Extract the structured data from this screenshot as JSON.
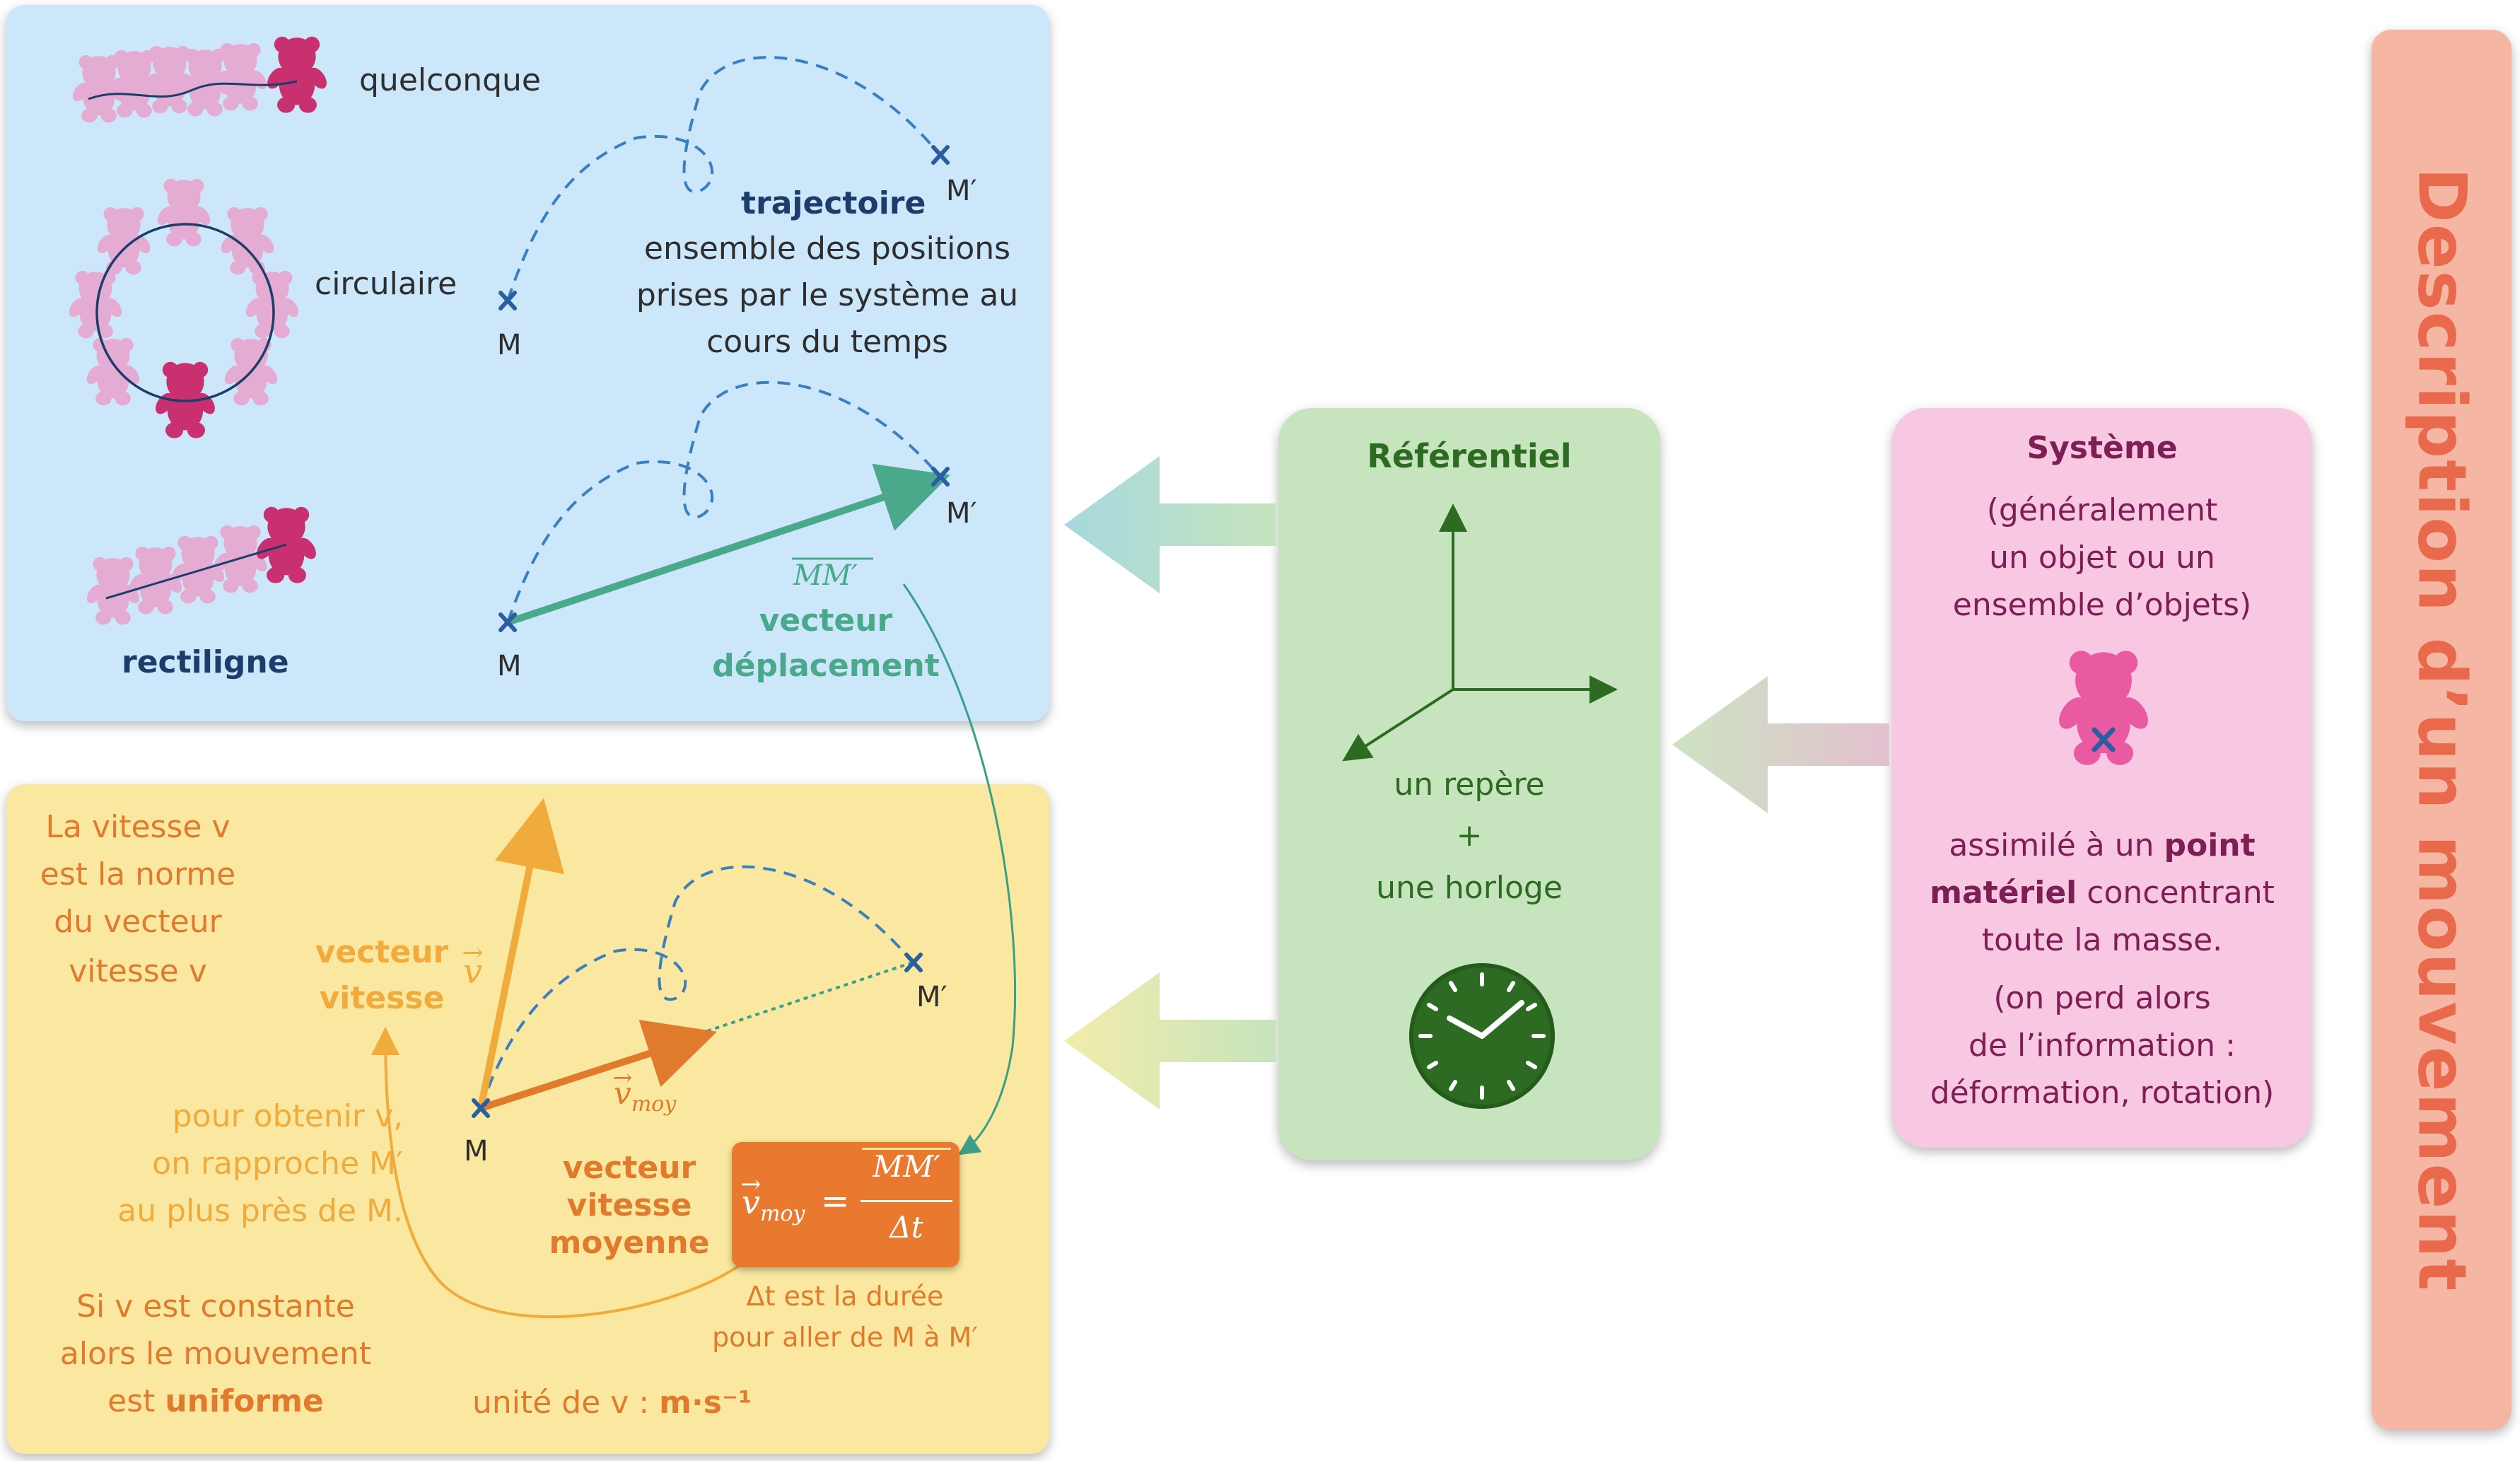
{
  "title": "Description d’un mouvement",
  "trajectory_panel": {
    "types": {
      "any": "quelconque",
      "circular": "circulaire",
      "rectilinear": "rectiligne"
    },
    "trajectory_title": "trajectoire",
    "trajectory_def": [
      "ensemble des positions",
      "prises par le système au",
      "cours du temps"
    ],
    "point_start": "M",
    "point_end": "M′",
    "displacement_vector": "MM′",
    "displacement_label": [
      "vecteur",
      "déplacement"
    ]
  },
  "speed_panel": {
    "norm_text": [
      "La vitesse v",
      "est la norme",
      "du vecteur",
      "vitesse v"
    ],
    "speed_vector_label": [
      "vecteur",
      "vitesse"
    ],
    "speed_symbol": "v",
    "mean_symbol": "v",
    "mean_subscript": "moy",
    "approx_text": [
      "pour obtenir v,",
      "on rapproche M′",
      "au plus près de M."
    ],
    "mean_vector_label": [
      "vecteur",
      "vitesse",
      "moyenne"
    ],
    "formula": {
      "lhs": "v",
      "lhs_sub": "moy",
      "equals": "=",
      "numerator": "MM′",
      "denominator": "Δt"
    },
    "duration_text": [
      "Δt est la durée",
      "pour aller de M à M′"
    ],
    "uniform_text": {
      "line1": "Si v est constante",
      "line2": "alors le mouvement",
      "line3_prefix": "est ",
      "line3_bold": "uniforme"
    },
    "unit_text": {
      "prefix": "unité de v : ",
      "unit": "m·s⁻¹"
    },
    "point_start": "M",
    "point_end": "M′"
  },
  "referential_panel": {
    "title": "Référentiel",
    "lines": [
      "un repère",
      "+",
      "une horloge"
    ]
  },
  "system_panel": {
    "title": "Système",
    "desc": [
      "(généralement",
      "un objet ou un",
      "ensemble d’objets)"
    ],
    "assim_prefix": "assimilé à un ",
    "assim_bold1": "point",
    "assim_bold2": "matériel",
    "assim_rest": " concentrant",
    "assim_line3": "toute la masse.",
    "info": [
      "(on perd alors",
      "de l’information :",
      "déformation, rotation)"
    ]
  },
  "colors": {
    "traj_bg": "#cce6fa",
    "speed_bg": "#fbe8a0",
    "ref_bg": "#c6e4bd",
    "sys_bg": "#f8c8e2",
    "title_bg": "#f5b7a3",
    "title_text": "#e8694b",
    "bear_pink": "#c8306f",
    "bear_light": "#e7a6cf",
    "displacement": "#4aa98a",
    "mean_speed": "#e07a2c",
    "speed": "#f0ab3c",
    "clock": "#2e6b22"
  },
  "icons": [
    "teddy-bear-icon",
    "clock-icon",
    "axes-icon",
    "cross-marker-icon"
  ]
}
